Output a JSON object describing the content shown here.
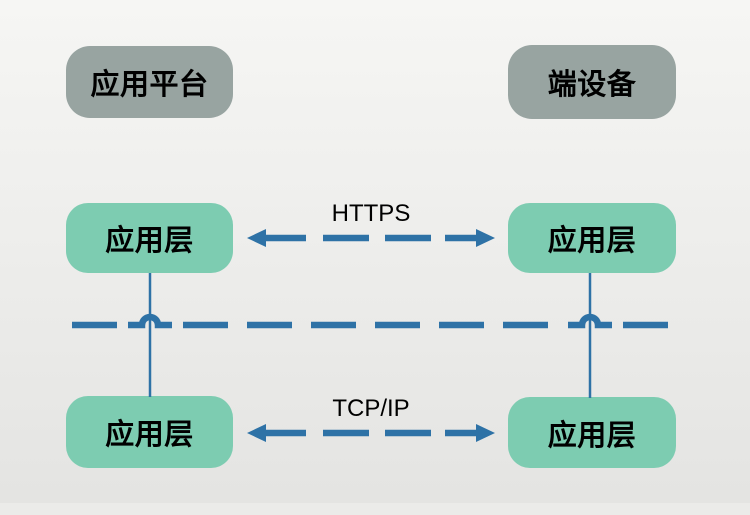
{
  "diagram": {
    "header_left": {
      "label": "应用平台"
    },
    "header_right": {
      "label": "端设备"
    },
    "https_row": {
      "left_box_label": "应用层",
      "right_box_label": "应用层",
      "protocol": "HTTPS"
    },
    "tcpip_row": {
      "left_box_label": "应用层",
      "right_box_label": "应用层",
      "protocol": "TCP/IP"
    },
    "colors": {
      "header_box_fill": "#98a4a1",
      "layer_box_fill": "#7dccb1",
      "connector_blue": "#2e72a6",
      "label_text": "#000000",
      "background_top": "#f6f6f4",
      "background_bottom": "#e4e4e2"
    }
  }
}
